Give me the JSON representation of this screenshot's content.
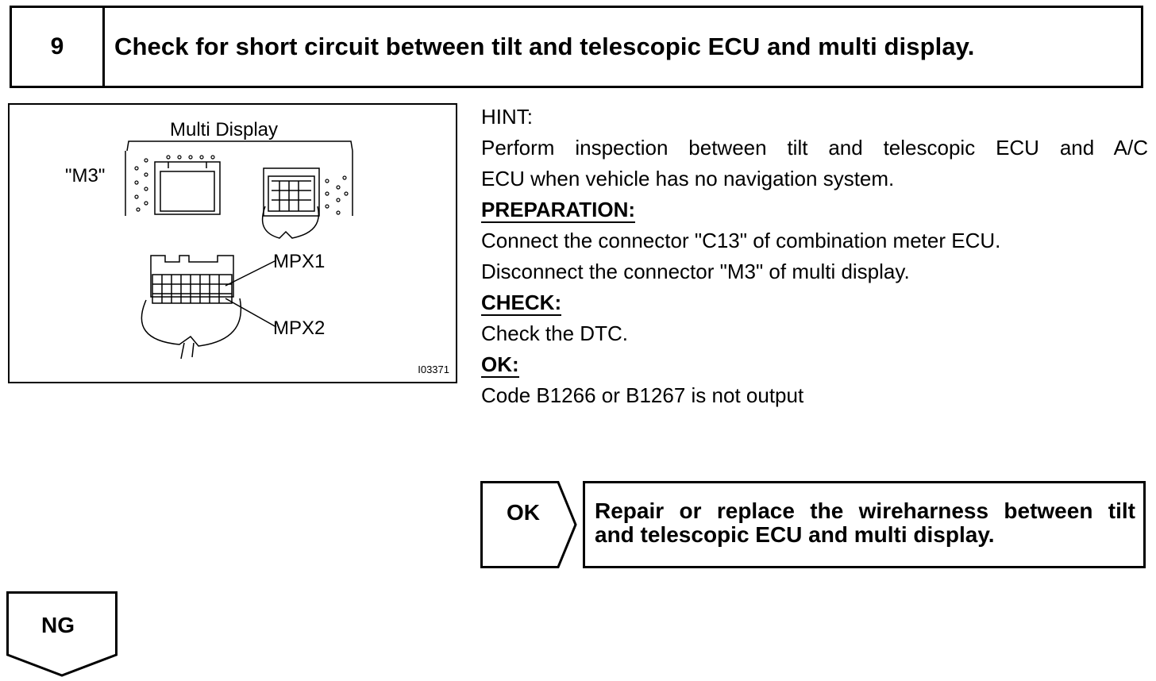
{
  "step": {
    "number": "9",
    "title": "Check for short circuit between tilt and telescopic ECU and multi display."
  },
  "figure": {
    "title": "Multi Display",
    "connector_label": "\"M3\"",
    "pin1_label": "MPX1",
    "pin2_label": "MPX2",
    "figure_id": "I03371"
  },
  "procedure": {
    "hint_label": "HINT:",
    "hint_line1": "Perform inspection between tilt and telescopic ECU and A/C",
    "hint_line2": "ECU when vehicle has no navigation system.",
    "preparation_label": "PREPARATION:",
    "prep_line1": "Connect the connector \"C13\" of combination meter ECU.",
    "prep_line2": "Disconnect the connector \"M3\" of multi display.",
    "check_label": "CHECK:",
    "check_line": "Check the DTC.",
    "ok_label": "OK:",
    "ok_line": "Code B1266 or B1267 is not output"
  },
  "ok_branch": {
    "label": "OK",
    "result_line1": "Repair or replace the wireharness between tilt",
    "result_line2": "and telescopic ECU and multi display."
  },
  "ng_branch": {
    "label": "NG"
  }
}
